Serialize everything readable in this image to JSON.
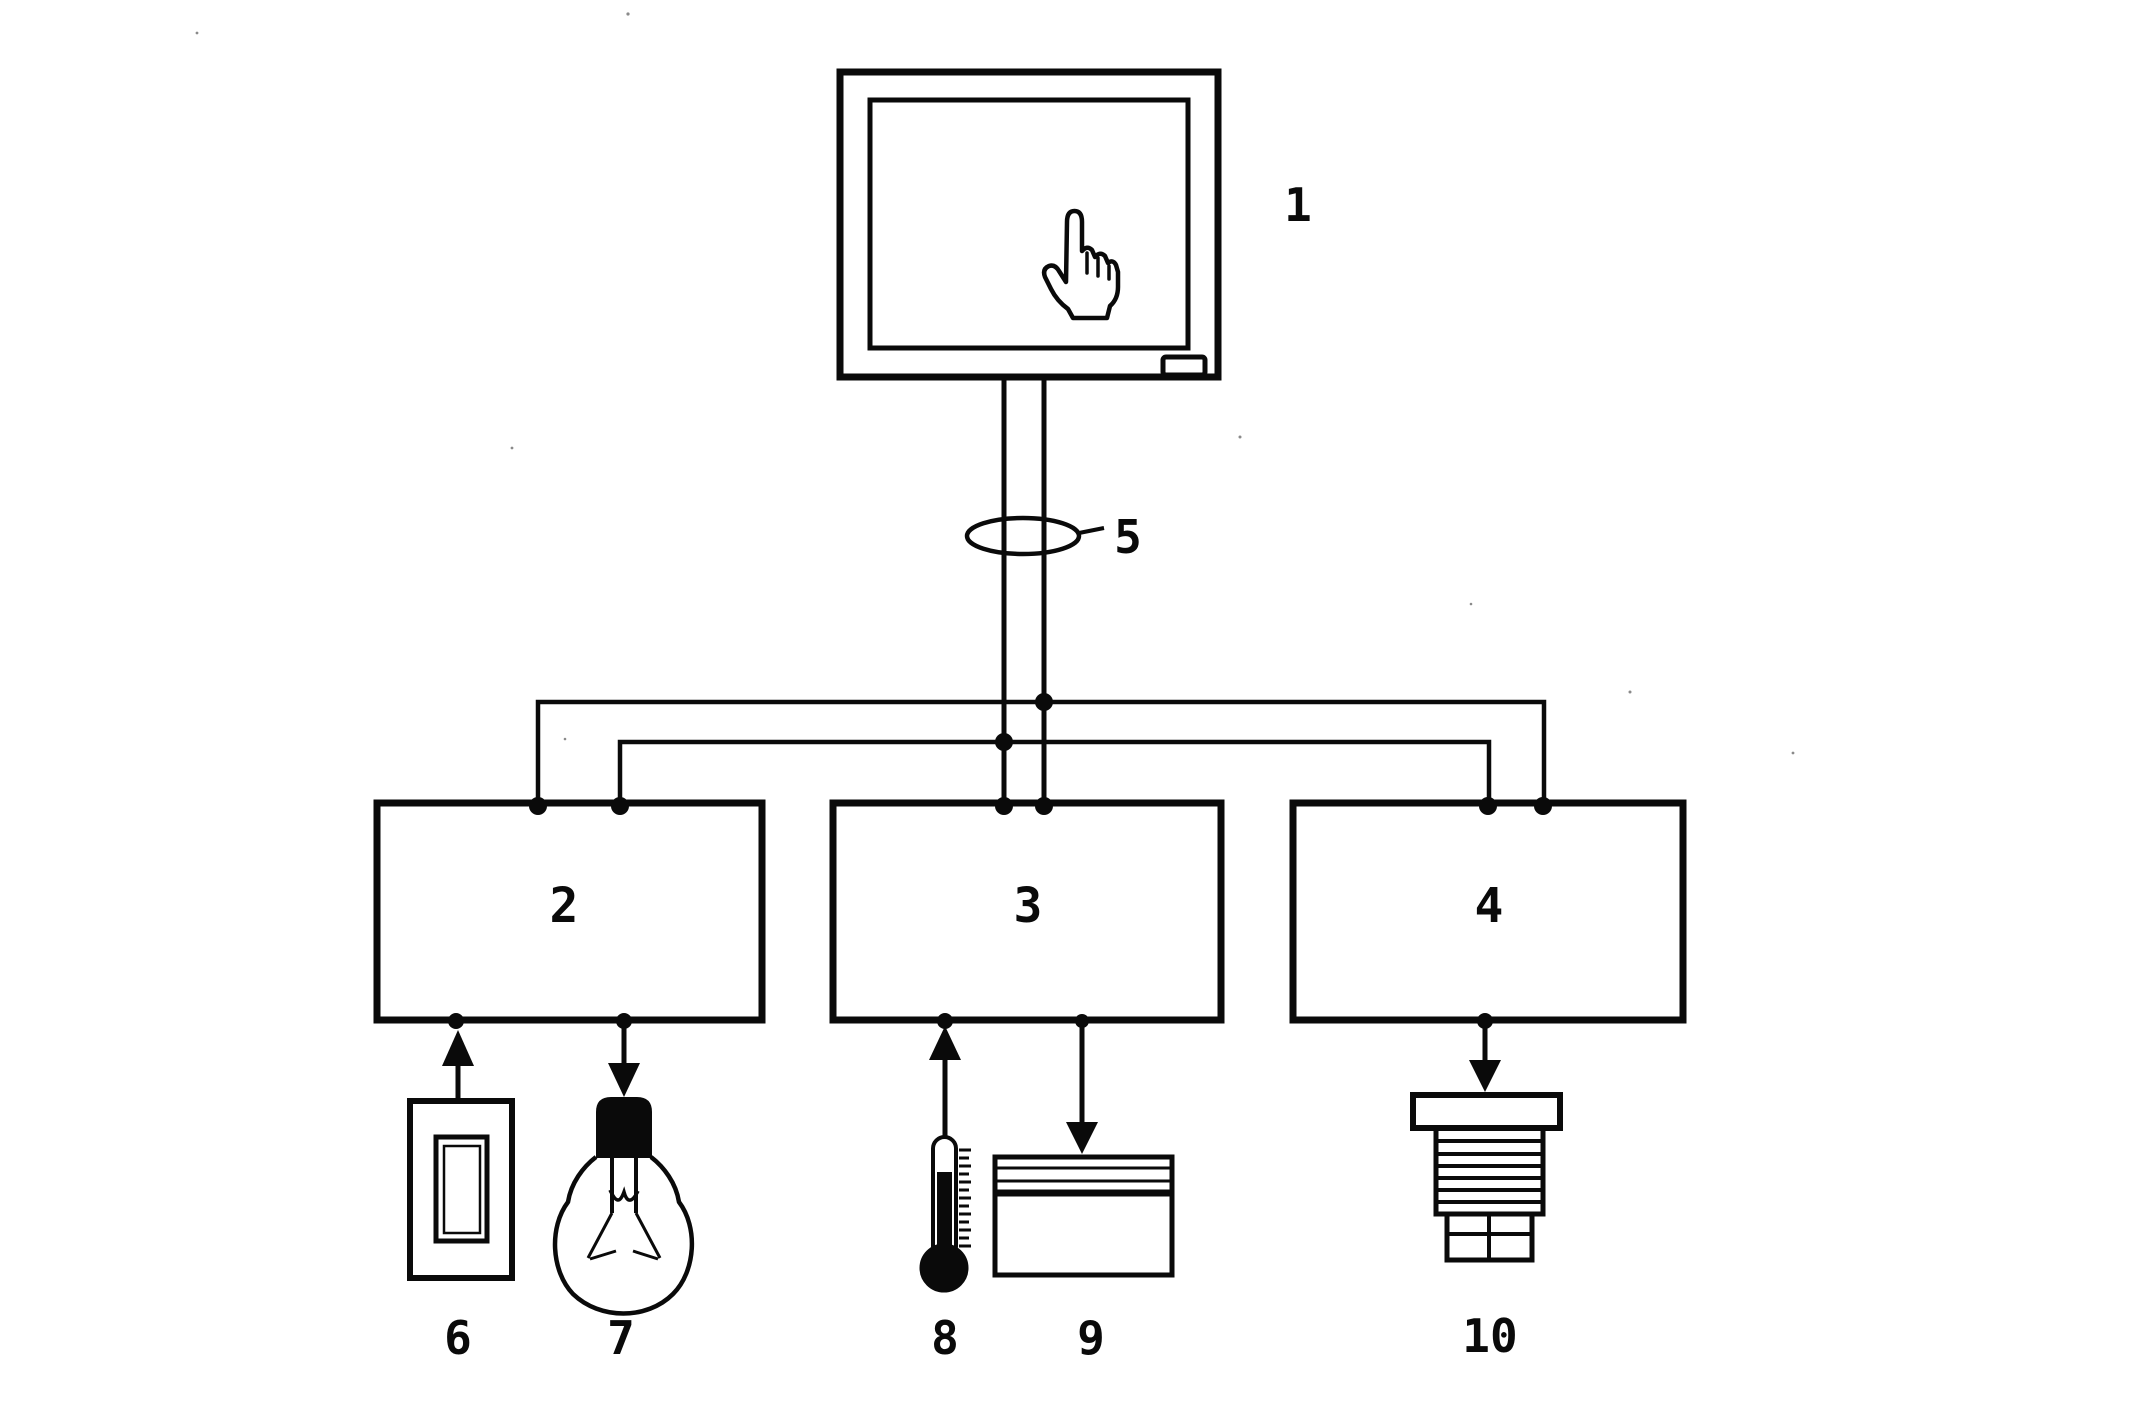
{
  "figure": {
    "background": "#ffffff",
    "ink_color": "#0a0a0a",
    "labels": {
      "monitor": "1",
      "module_left": "2",
      "module_middle": "3",
      "module_right": "4",
      "cable": "5",
      "light_switch": "6",
      "light_bulb": "7",
      "thermometer": "8",
      "heater": "9",
      "valve_actuator": "10"
    },
    "icons": {
      "hand_cursor": "pointing-hand-cursor",
      "power_button": "monitor-power-button",
      "light_switch": "wall-rocker-switch",
      "light_bulb": "incandescent-bulb",
      "thermometer": "mercury-thermometer",
      "heater": "baseboard-heater",
      "valve_actuator": "finned-valve-actuator"
    }
  }
}
